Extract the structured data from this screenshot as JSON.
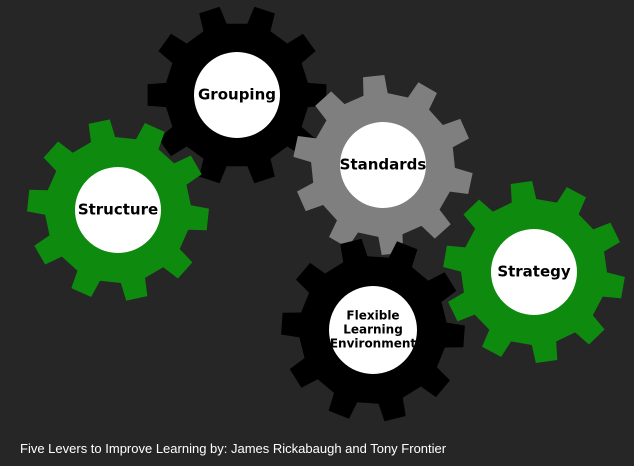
{
  "gears": [
    {
      "id": "grouping",
      "label_lines": [
        "Grouping"
      ],
      "color": "#000000"
    },
    {
      "id": "standards",
      "label_lines": [
        "Standards"
      ],
      "color": "#7f7f7f"
    },
    {
      "id": "structure",
      "label_lines": [
        "Structure"
      ],
      "color": "#0e8a0e"
    },
    {
      "id": "strategy",
      "label_lines": [
        "Strategy"
      ],
      "color": "#0e8a0e"
    },
    {
      "id": "flexible-learning-environment",
      "label_lines": [
        "Flexible",
        "Learning",
        "Environment"
      ],
      "color": "#000000"
    }
  ],
  "hub_color": "#ffffff",
  "caption": "Five Levers to Improve Learning by: James Rickabaugh and Tony Frontier"
}
